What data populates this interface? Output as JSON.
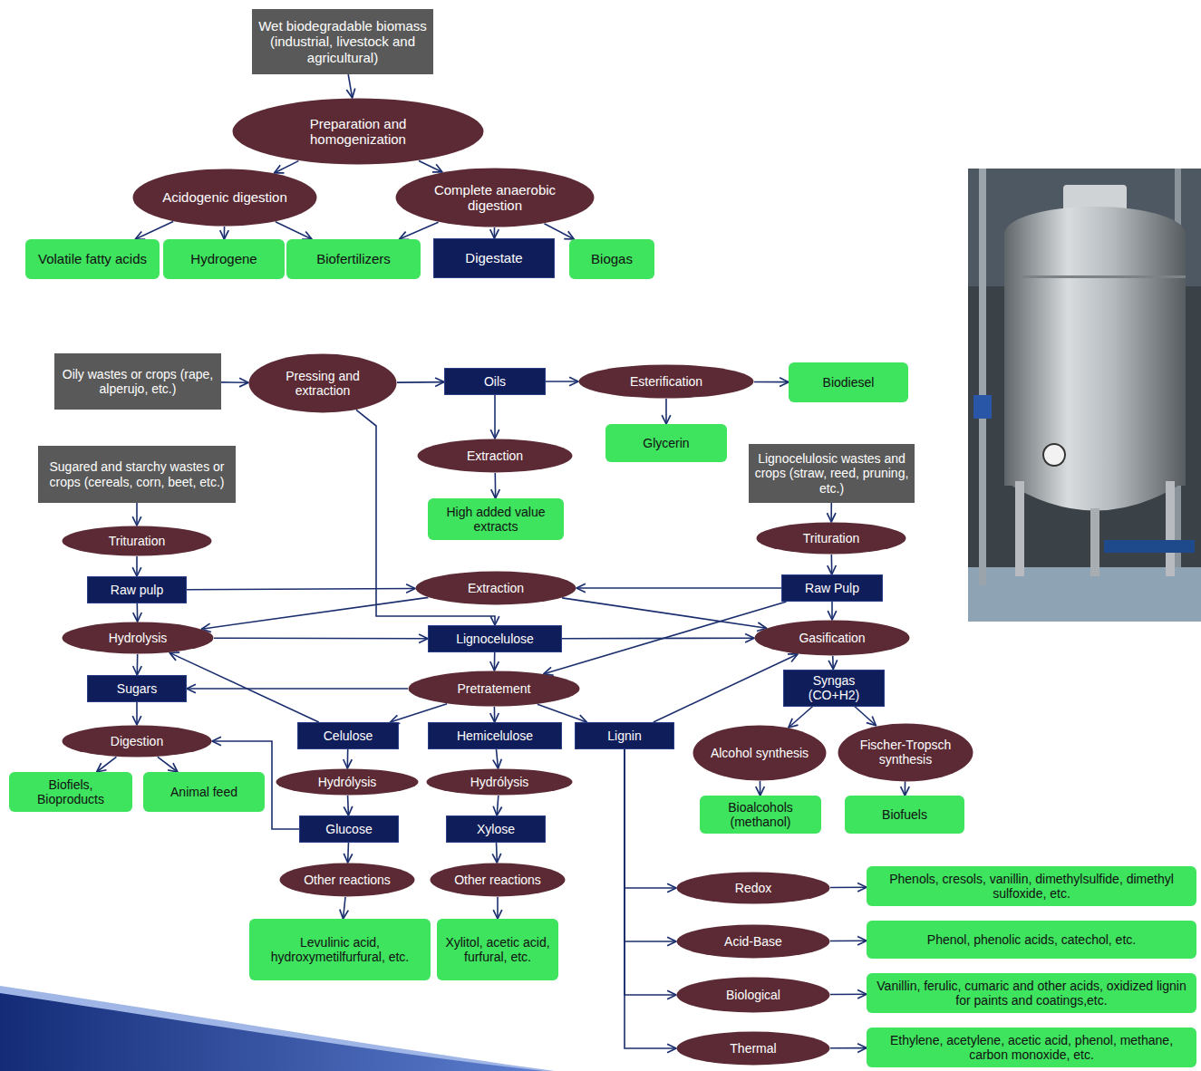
{
  "diagram": {
    "nodes": [
      {
        "text": [
          "Wet biodegradable biomass (industrial, livestock and agricultural)"
        ]
      },
      {
        "text": [
          "Preparation and homogenization"
        ]
      },
      {
        "text": [
          "Acidogenic digestion"
        ]
      },
      {
        "text": [
          "Complete anaerobic digestion"
        ]
      },
      {
        "text": [
          "Volatile fatty acids"
        ]
      },
      {
        "text": [
          "Hydrogene"
        ]
      },
      {
        "text": [
          "Biofertilizers"
        ]
      },
      {
        "text": [
          "Digestate"
        ]
      },
      {
        "text": [
          "Biogas"
        ]
      },
      {
        "text": [
          "Oily wastes or crops (rape, alperujo, etc.)"
        ]
      },
      {
        "text": [
          "Pressing and extraction"
        ]
      },
      {
        "text": [
          "Oils"
        ]
      },
      {
        "text": [
          "Esterification"
        ]
      },
      {
        "text": [
          "Biodiesel"
        ]
      },
      {
        "text": [
          "Glycerin"
        ]
      },
      {
        "text": [
          "Extraction"
        ]
      },
      {
        "text": [
          "High added value extracts"
        ]
      },
      {
        "text": [
          "Sugared and starchy wastes or crops (cereals, corn, beet, etc.)"
        ]
      },
      {
        "text": [
          "Lignocelulosic wastes and crops (straw, reed, pruning, etc.)"
        ]
      },
      {
        "text": [
          "Trituration"
        ]
      },
      {
        "text": [
          "Trituration"
        ]
      },
      {
        "text": [
          "Raw pulp"
        ]
      },
      {
        "text": [
          "Extraction"
        ]
      },
      {
        "text": [
          "Raw Pulp"
        ]
      },
      {
        "text": [
          "Hydrolysis"
        ]
      },
      {
        "text": [
          "Lignocelulose"
        ]
      },
      {
        "text": [
          "Gasification"
        ]
      },
      {
        "text": [
          "Sugars"
        ]
      },
      {
        "text": [
          "Pretratement"
        ]
      },
      {
        "text": [
          "Syngas (CO+H2)"
        ]
      },
      {
        "text": [
          "Digestion"
        ]
      },
      {
        "text": [
          "Celulose"
        ]
      },
      {
        "text": [
          "Hemicelulose"
        ]
      },
      {
        "text": [
          "Lignin"
        ]
      },
      {
        "text": [
          "Alcohol synthesis"
        ]
      },
      {
        "text": [
          "Fischer-Tropsch synthesis"
        ]
      },
      {
        "text": [
          "Biofiels, Bioproducts"
        ]
      },
      {
        "text": [
          "Animal feed"
        ]
      },
      {
        "text": [
          "Hydrólysis"
        ]
      },
      {
        "text": [
          "Hydrólysis"
        ]
      },
      {
        "text": [
          "Bioalcohols (methanol)"
        ]
      },
      {
        "text": [
          "Biofuels"
        ]
      },
      {
        "text": [
          "Glucose"
        ]
      },
      {
        "text": [
          "Xylose"
        ]
      },
      {
        "text": [
          "Other reactions"
        ]
      },
      {
        "text": [
          "Other reactions"
        ]
      },
      {
        "text": [
          "Redox"
        ]
      },
      {
        "text": [
          "Phenols, cresols, vanillin, dimethylsulfide, dimethyl sulfoxide, etc."
        ]
      },
      {
        "text": [
          "Levulinic acid, hydroxymetilfurfural, etc."
        ]
      },
      {
        "text": [
          "Xylitol, acetic acid, furfural, etc."
        ]
      },
      {
        "text": [
          "Acid-Base"
        ]
      },
      {
        "text": [
          "Phenol, phenolic acids, catechol, etc."
        ]
      },
      {
        "text": [
          "Biological"
        ]
      },
      {
        "text": [
          "Vanillin, ferulic, cumaric and other acids, oxidized lignin for paints and coatings,etc."
        ]
      },
      {
        "text": [
          "Thermal"
        ]
      },
      {
        "text": [
          "Ethylene, acetylene, acetic acid, phenol, methane, carbon monoxide, etc."
        ]
      }
    ],
    "edges": [
      {
        "from": 0,
        "to": 1,
        "arrow": "to"
      },
      {
        "from": 1,
        "to": 2,
        "arrow": "to"
      },
      {
        "from": 1,
        "to": 3,
        "arrow": "to"
      },
      {
        "from": 2,
        "to": 4,
        "arrow": "to"
      },
      {
        "from": 2,
        "to": 5,
        "arrow": "to"
      },
      {
        "from": 2,
        "to": 6,
        "arrow": "to"
      },
      {
        "from": 3,
        "to": 6,
        "arrow": "to"
      },
      {
        "from": 3,
        "to": 7,
        "arrow": "to"
      },
      {
        "from": 3,
        "to": 8,
        "arrow": "to"
      },
      {
        "from": 9,
        "to": 10,
        "arrow": "to"
      },
      {
        "from": 10,
        "to": 11,
        "arrow": "to"
      },
      {
        "from": 10,
        "to": 25,
        "arrow": "to"
      },
      {
        "from": 11,
        "to": 12,
        "arrow": "to"
      },
      {
        "from": 12,
        "to": 13,
        "arrow": "to"
      },
      {
        "from": 12,
        "to": 14,
        "arrow": "to"
      },
      {
        "from": 11,
        "to": 15,
        "arrow": "to"
      },
      {
        "from": 15,
        "to": 16,
        "arrow": "to"
      },
      {
        "from": 17,
        "to": 19,
        "arrow": "to"
      },
      {
        "from": 18,
        "to": 20,
        "arrow": "to"
      },
      {
        "from": 19,
        "to": 21,
        "arrow": "to"
      },
      {
        "from": 20,
        "to": 23,
        "arrow": "to"
      },
      {
        "from": 21,
        "to": 22,
        "arrow": "to"
      },
      {
        "from": 23,
        "to": 22,
        "arrow": "to"
      },
      {
        "from": 21,
        "to": 24,
        "arrow": "to"
      },
      {
        "from": 22,
        "to": 24,
        "arrow": "to"
      },
      {
        "from": 22,
        "to": 26,
        "arrow": "to"
      },
      {
        "from": 23,
        "to": 26,
        "arrow": "to"
      },
      {
        "from": 23,
        "to": 28,
        "arrow": "to"
      },
      {
        "from": 24,
        "to": 25,
        "arrow": "to"
      },
      {
        "from": 24,
        "to": 27,
        "arrow": "to"
      },
      {
        "from": 25,
        "to": 26,
        "arrow": "to"
      },
      {
        "from": 25,
        "to": 28,
        "arrow": "to"
      },
      {
        "from": 28,
        "to": 27,
        "arrow": "to"
      },
      {
        "from": 28,
        "to": 31,
        "arrow": "to"
      },
      {
        "from": 28,
        "to": 32,
        "arrow": "to"
      },
      {
        "from": 28,
        "to": 33,
        "arrow": "to"
      },
      {
        "from": 31,
        "to": 24,
        "arrow": "to"
      },
      {
        "from": 26,
        "to": 29,
        "arrow": "to"
      },
      {
        "from": 29,
        "to": 34,
        "arrow": "to"
      },
      {
        "from": 29,
        "to": 35,
        "arrow": "to"
      },
      {
        "from": 33,
        "to": 26,
        "arrow": "to"
      },
      {
        "from": 27,
        "to": 30,
        "arrow": "to"
      },
      {
        "from": 30,
        "to": 36,
        "arrow": "to"
      },
      {
        "from": 30,
        "to": 37,
        "arrow": "to"
      },
      {
        "from": 31,
        "to": 38,
        "arrow": "to"
      },
      {
        "from": 32,
        "to": 39,
        "arrow": "to"
      },
      {
        "from": 38,
        "to": 42,
        "arrow": "to"
      },
      {
        "from": 39,
        "to": 43,
        "arrow": "to"
      },
      {
        "from": 42,
        "to": 30,
        "arrow": "to"
      },
      {
        "from": 42,
        "to": 44,
        "arrow": "to"
      },
      {
        "from": 43,
        "to": 45,
        "arrow": "to"
      },
      {
        "from": 44,
        "to": 48,
        "arrow": "to"
      },
      {
        "from": 45,
        "to": 49,
        "arrow": "to"
      },
      {
        "from": 34,
        "to": 40,
        "arrow": "to"
      },
      {
        "from": 35,
        "to": 41,
        "arrow": "to"
      },
      {
        "from": 33,
        "to": 46,
        "arrow": "to"
      },
      {
        "from": 46,
        "to": 47,
        "arrow": "to"
      },
      {
        "from": 33,
        "to": 50,
        "arrow": "to"
      },
      {
        "from": 50,
        "to": 51,
        "arrow": "to"
      },
      {
        "from": 33,
        "to": 52,
        "arrow": "to"
      },
      {
        "from": 52,
        "to": 53,
        "arrow": "to"
      },
      {
        "from": 33,
        "to": 54,
        "arrow": "to"
      },
      {
        "from": 54,
        "to": 55,
        "arrow": "to"
      }
    ]
  }
}
